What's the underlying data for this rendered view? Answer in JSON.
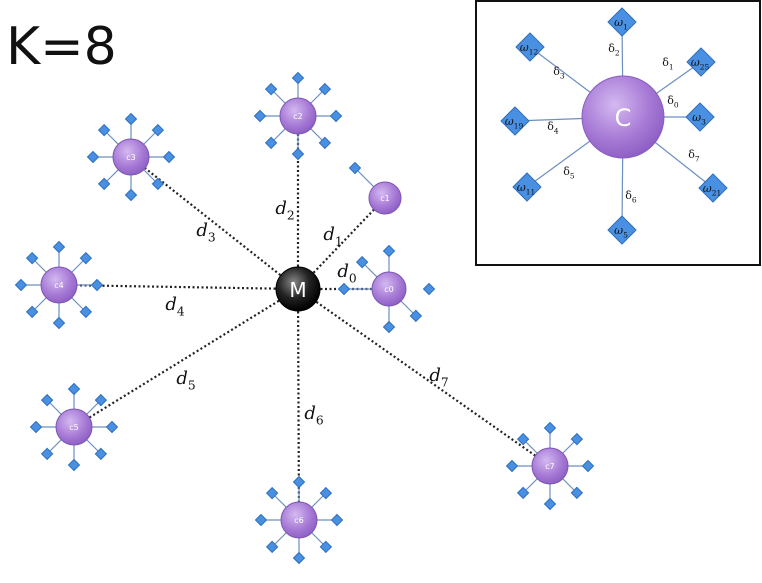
{
  "heading": "K=8",
  "center_node": {
    "label": "M"
  },
  "cluster_nodes": [
    {
      "id": "c0",
      "label": "c0",
      "distance_label": "d",
      "distance_sub": "0"
    },
    {
      "id": "c1",
      "label": "c1",
      "distance_label": "d",
      "distance_sub": "1"
    },
    {
      "id": "c2",
      "label": "c2",
      "distance_label": "d",
      "distance_sub": "2"
    },
    {
      "id": "c3",
      "label": "c3",
      "distance_label": "d",
      "distance_sub": "3"
    },
    {
      "id": "c4",
      "label": "c4",
      "distance_label": "d",
      "distance_sub": "4"
    },
    {
      "id": "c5",
      "label": "c5",
      "distance_label": "d",
      "distance_sub": "5"
    },
    {
      "id": "c6",
      "label": "c6",
      "distance_label": "d",
      "distance_sub": "6"
    },
    {
      "id": "c7",
      "label": "c7",
      "distance_label": "d",
      "distance_sub": "7"
    }
  ],
  "inset": {
    "center_label": "C",
    "members": [
      {
        "label": "ω",
        "sub": "1",
        "delta_sub": "2"
      },
      {
        "label": "ω",
        "sub": "25",
        "delta_sub": "1"
      },
      {
        "label": "ω",
        "sub": "3",
        "delta_sub": "0"
      },
      {
        "label": "ω",
        "sub": "21",
        "delta_sub": "7"
      },
      {
        "label": "ω",
        "sub": "5",
        "delta_sub": "6"
      },
      {
        "label": "ω",
        "sub": "11",
        "delta_sub": "5"
      },
      {
        "label": "ω",
        "sub": "19",
        "delta_sub": "4"
      },
      {
        "label": "ω",
        "sub": "12",
        "delta_sub": "3"
      }
    ],
    "delta_symbol": "δ"
  },
  "colors": {
    "cluster_fill": "#a77ad6",
    "cluster_stroke": "#7c55b3",
    "diamond_fill": "#4a90e2",
    "diamond_stroke": "#2f6fbf",
    "center_fill": "#111111",
    "line": "#222222"
  }
}
